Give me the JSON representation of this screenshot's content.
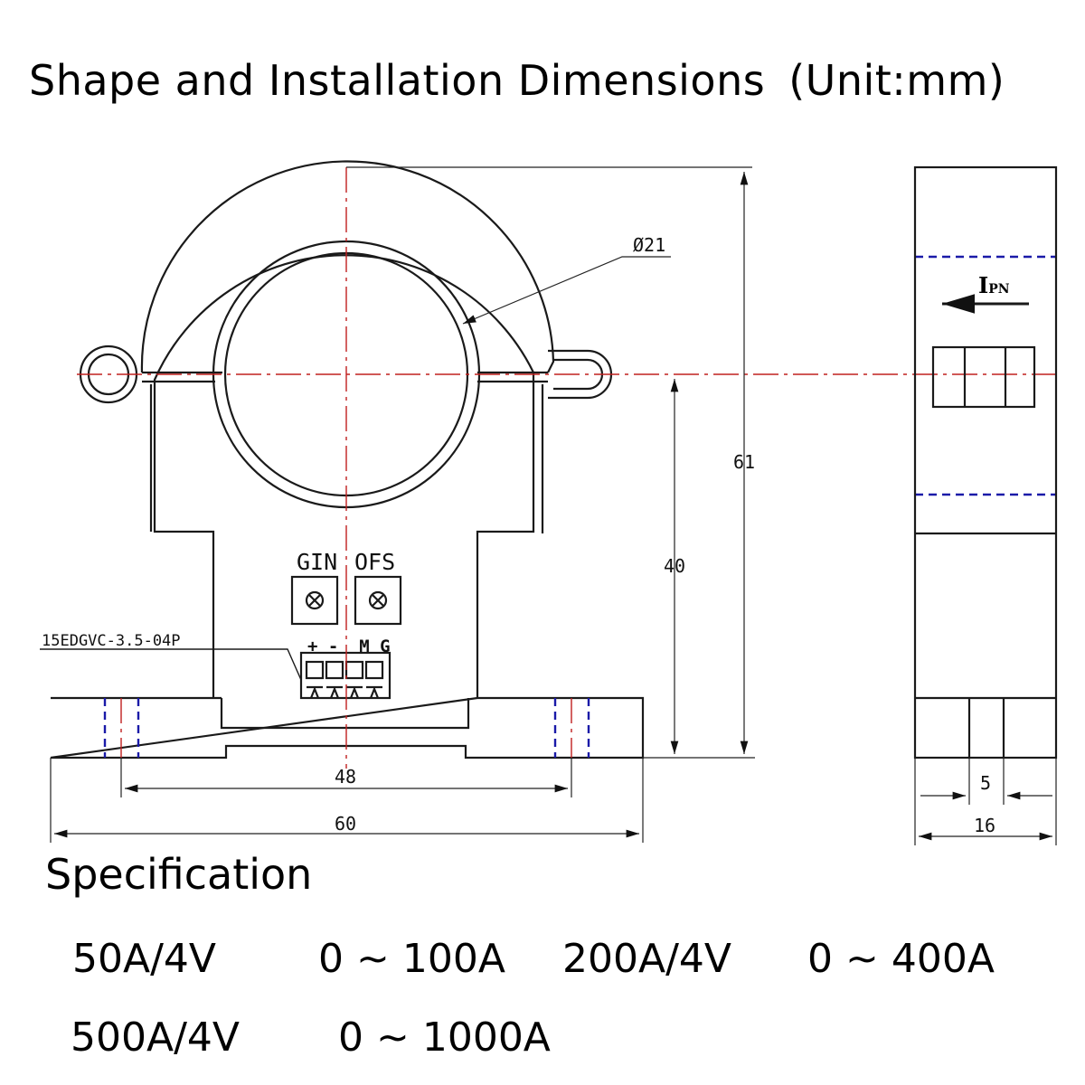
{
  "title": {
    "main": "Shape and Installation Dimensions",
    "unit": "(Unit:mm)"
  },
  "drawing": {
    "diameter_label": "Ø21",
    "dim_height_total": "61",
    "dim_height_center": "40",
    "dim_hole_spacing": "48",
    "dim_width_total": "60",
    "dim_side_width": "16",
    "dim_side_pitch": "5",
    "pot_gain_label": "GIN",
    "pot_offset_label": "OFS",
    "connector_part": "15EDGVC-3.5-04P",
    "connector_pins": "+ -  M G",
    "current_label_main": "I",
    "current_label_sub": "PN"
  },
  "colors": {
    "center_line": "#c0201f",
    "hidden_line": "#1a1aa8",
    "outline": "#1a1a1a"
  },
  "spec": {
    "heading": "Specification",
    "rows": [
      {
        "model": "50A/4V",
        "range": "0 ~ 100A"
      },
      {
        "model": "200A/4V",
        "range": "0 ~ 400A"
      },
      {
        "model": "500A/4V",
        "range": "0 ~ 1000A"
      }
    ]
  }
}
